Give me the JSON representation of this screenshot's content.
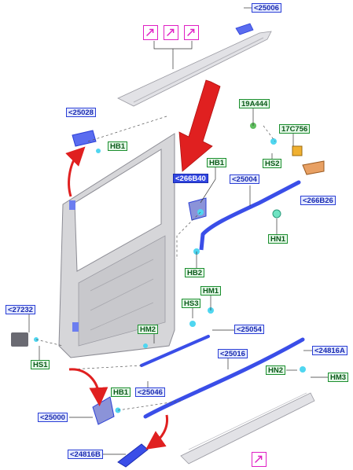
{
  "labels": {
    "l25006": "<25006",
    "l25028": "<25028",
    "hb1_top": "HB1",
    "l19A444": "19A444",
    "l17C756": "17C756",
    "hs2": "HS2",
    "hb1_mid": "HB1",
    "l266B40": "<266B40",
    "l25004": "<25004",
    "l266B26": "<266B26",
    "hn1": "HN1",
    "hb2": "HB2",
    "hm1": "HM1",
    "hs3": "HS3",
    "l25054": "<25054",
    "l27232": "<27232",
    "hs1": "HS1",
    "hm2": "HM2",
    "l25016": "<25016",
    "l24816A": "<24816A",
    "hn2": "HN2",
    "hm3": "HM3",
    "hb1_low": "HB1",
    "l25046": "<25046",
    "l25000": "<25000",
    "l24816B": "<24816B"
  },
  "icons": {
    "detail_view": "arrow-expand-icon",
    "red_arrow": "red-pointer-arrow-icon"
  },
  "colors": {
    "label_blue": "#2b3fd6",
    "label_green": "#1b8f2e",
    "part_blue": "#3a4ee8",
    "door_gray": "#d6d6d9",
    "callout_red": "#e02020",
    "detail_magenta": "#e01fc4"
  }
}
